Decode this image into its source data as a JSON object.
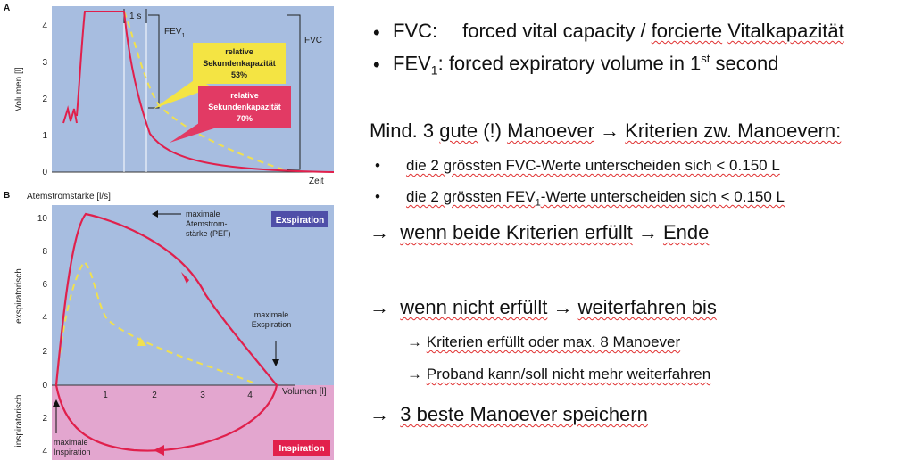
{
  "figure": {
    "panel_a": {
      "letter": "A",
      "ylabel": "Volumen [l]",
      "xlabel": "Zeit",
      "yticks": [
        "0",
        "1",
        "2",
        "3",
        "4"
      ],
      "one_second": "1 s",
      "fev1_label": "FEV",
      "fev1_sub": "1",
      "fvc_label": "FVC",
      "callout_yellow": {
        "line1": "relative",
        "line2": "Sekundenkapazität",
        "line3": "53%",
        "color": "#f4e443"
      },
      "callout_red": {
        "line1": "relative",
        "line2": "Sekundenkapazität",
        "line3": "70%",
        "color": "#e23a64"
      }
    },
    "panel_b": {
      "letter": "B",
      "ylabel_top": "Atemstromstärke [l/s]",
      "ylabel_exp": "exspiratorisch",
      "ylabel_insp": "inspiratorisch",
      "xlabel": "Volumen [l]",
      "yticks_exp": [
        "0",
        "2",
        "4",
        "6",
        "8",
        "10"
      ],
      "yticks_insp": [
        "2",
        "4"
      ],
      "xticks": [
        "1",
        "2",
        "3",
        "4"
      ],
      "pef_line1": "maximale",
      "pef_line2": "Atemstrom-",
      "pef_line3": "stärke (PEF)",
      "maxexp_line1": "maximale",
      "maxexp_line2": "Exspiration",
      "maxinsp_line1": "maximale",
      "maxinsp_line2": "Inspiration",
      "exspiration_badge": "Exspiration",
      "inspiration_badge": "Inspiration"
    },
    "colors": {
      "blue_bg": "#a7bde0",
      "pink_bg": "#e3a6cf",
      "red_curve": "#e0204c",
      "yellow_curve": "#f0e050",
      "badge_blue": "#4f4fa8",
      "badge_red": "#e2204c"
    }
  },
  "text": {
    "fvc_abbr": "FVC:",
    "fvc_desc_1": "forced vital capacity / ",
    "fvc_desc_2": "forcierte",
    "fvc_desc_3": " ",
    "fvc_desc_4": "Vitalkapazität",
    "fev_abbr": "FEV",
    "fev_sub": "1",
    "fev_desc_1": ":  forced expiratory volume in 1",
    "fev_sup": "st",
    "fev_desc_2": " second",
    "mind_1": "Mind. 3 ",
    "mind_2": "gute",
    "mind_3": " (!) ",
    "mind_4": "Manoever",
    "mind_5": " → ",
    "mind_6": "Kriterien zw. Manoevern:",
    "crit1": "die 2 grössten FVC-Werte unterscheiden sich < 0.150 L",
    "crit2_a": "die 2 grössten FEV",
    "crit2_sub": "1",
    "crit2_b": "-Werte unterscheiden sich < 0.150 L",
    "arrow": "→",
    "wenn_beide": "wenn beide Kriterien erfüllt",
    "arrow_mid": " → ",
    "ende": "Ende",
    "wenn_nicht": "wenn nicht erfüllt",
    "weiterfahren": "weiterfahren bis",
    "sub1": "Kriterien erfüllt oder max. 8 Manoever",
    "sub2": "Proband kann/soll nicht mehr weiterfahren",
    "beste": "3 beste Manoever speichern"
  }
}
